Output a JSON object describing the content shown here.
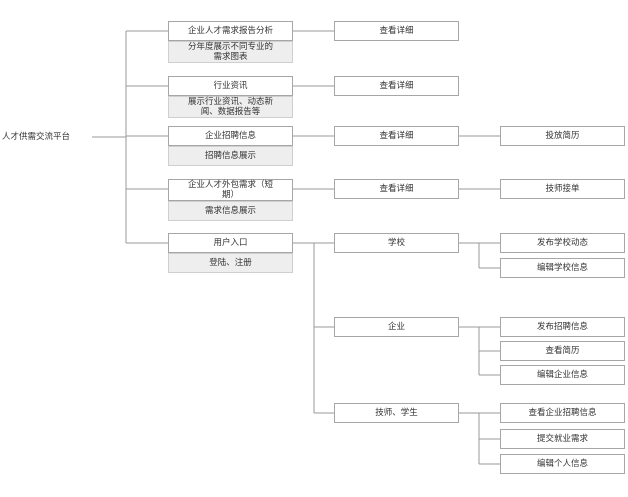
{
  "root": {
    "label": "人才供需交流平台"
  },
  "modules": [
    {
      "title": "企业人才需求报告分析",
      "desc": "分年度展示不同专业的\n需求图表",
      "action": "查看详细",
      "next": ""
    },
    {
      "title": "行业资讯",
      "desc": "展示行业资讯、动态新\n闻、数据报告等",
      "action": "查看详细",
      "next": ""
    },
    {
      "title": "企业招聘信息",
      "desc": "招聘信息展示",
      "action": "查看详细",
      "next": "投放简历"
    },
    {
      "title": "企业人才外包需求（短\n期）",
      "desc": "需求信息展示",
      "action": "查看详细",
      "next": "技师接单"
    },
    {
      "title": "用户入口",
      "desc": "登陆、注册",
      "action": "",
      "next": ""
    }
  ],
  "roles": [
    {
      "label": "学校",
      "actions": [
        "发布学校动态",
        "编辑学校信息"
      ]
    },
    {
      "label": "企业",
      "actions": [
        "发布招聘信息",
        "查看简历",
        "编辑企业信息"
      ]
    },
    {
      "label": "技师、学生",
      "actions": [
        "查看企业招聘信息",
        "提交就业需求",
        "编辑个人信息"
      ]
    }
  ]
}
